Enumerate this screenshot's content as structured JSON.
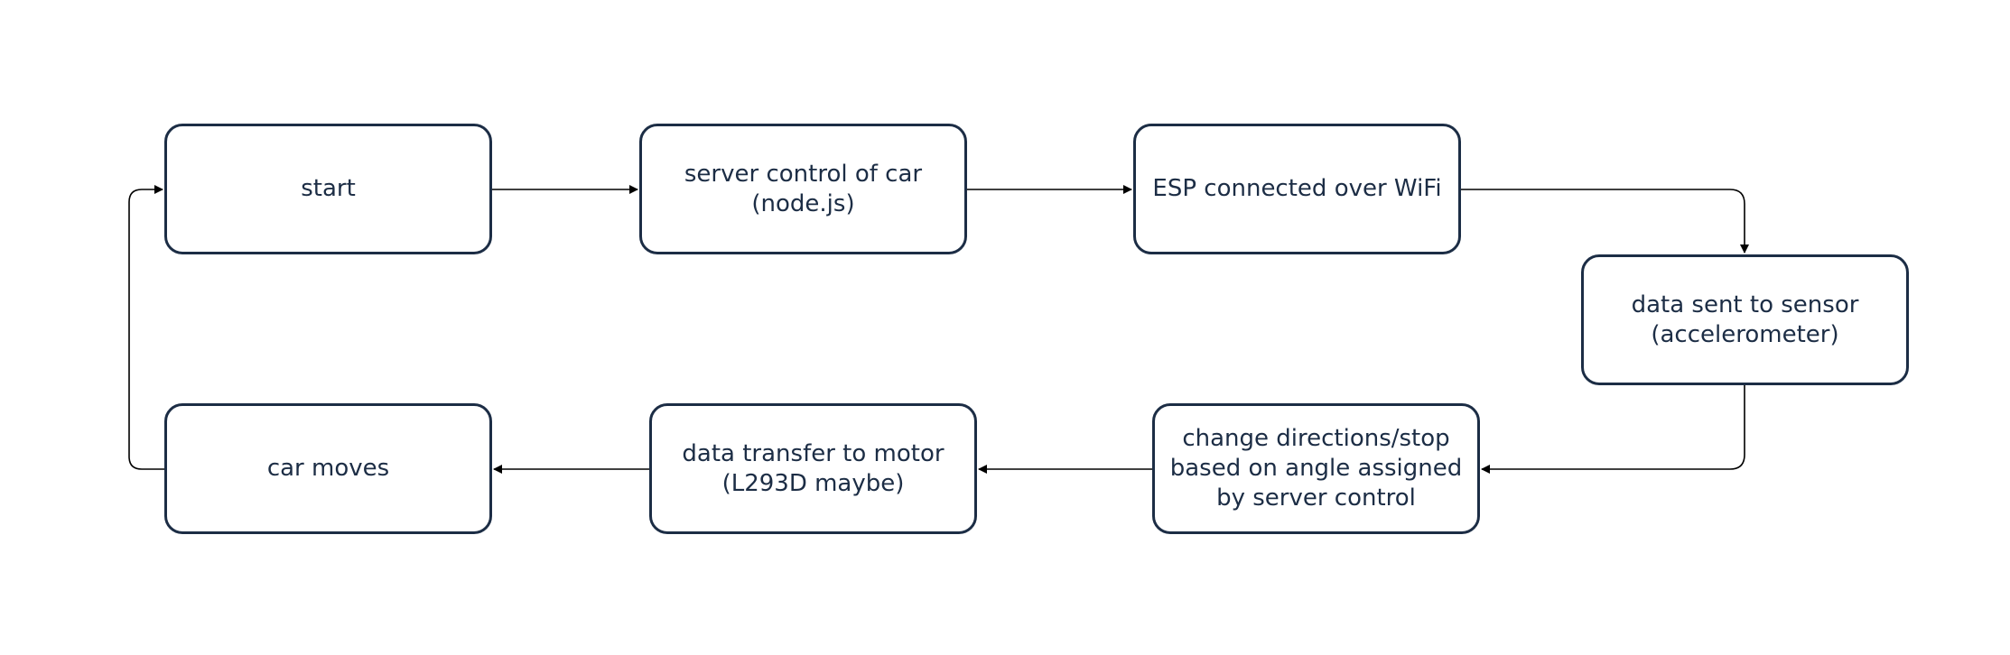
{
  "diagram": {
    "nodes": [
      {
        "id": "start",
        "lines": [
          "start"
        ]
      },
      {
        "id": "server",
        "lines": [
          "server control of car",
          "(node.js)"
        ]
      },
      {
        "id": "esp",
        "lines": [
          "ESP connected over WiFi"
        ]
      },
      {
        "id": "sensor",
        "lines": [
          "data sent to sensor",
          "(accelerometer)"
        ]
      },
      {
        "id": "change",
        "lines": [
          "change directions/stop",
          "based on angle assigned",
          "by server control"
        ]
      },
      {
        "id": "motor",
        "lines": [
          "data transfer to motor",
          "(L293D maybe)"
        ]
      },
      {
        "id": "carmoves",
        "lines": [
          "car moves"
        ]
      }
    ],
    "edges": [
      {
        "from": "start",
        "to": "server"
      },
      {
        "from": "server",
        "to": "esp"
      },
      {
        "from": "esp",
        "to": "sensor"
      },
      {
        "from": "sensor",
        "to": "change"
      },
      {
        "from": "change",
        "to": "motor"
      },
      {
        "from": "motor",
        "to": "carmoves"
      },
      {
        "from": "carmoves",
        "to": "start"
      }
    ],
    "colors": {
      "stroke": "#1c2d45",
      "text": "#1c2d45",
      "background": "#ffffff"
    }
  }
}
